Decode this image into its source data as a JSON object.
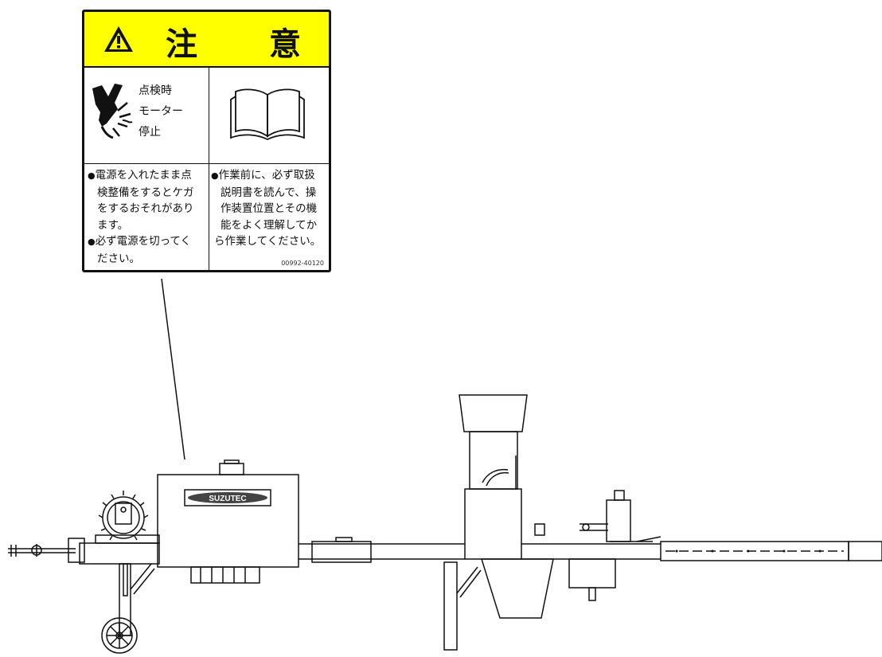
{
  "label": {
    "heading_1": "注",
    "heading_2": "意",
    "motor_line_1": "点検時",
    "motor_line_2": "モーター",
    "motor_line_3": "停止",
    "left_note": {
      "line_1": "電源を入れたまま点",
      "line_2": "検整備をするとケガ",
      "line_3": "をするおそれがあり",
      "line_4": "ます。",
      "line_5": "必ず電源を切ってく",
      "line_6": "ださい。"
    },
    "right_note": {
      "line_1": "作業前に、必ず取扱",
      "line_2": "説明書を読んで、操",
      "line_3": "作装置位置とその機",
      "line_4": "能をよく理解してか",
      "line_5": "ら作業してください。"
    },
    "part_code": "00992-40120",
    "icons": [
      "warning-triangle-icon",
      "hand-injury-icon",
      "open-book-icon"
    ]
  },
  "machine": {
    "brand_plate": "SUZUTEC"
  }
}
